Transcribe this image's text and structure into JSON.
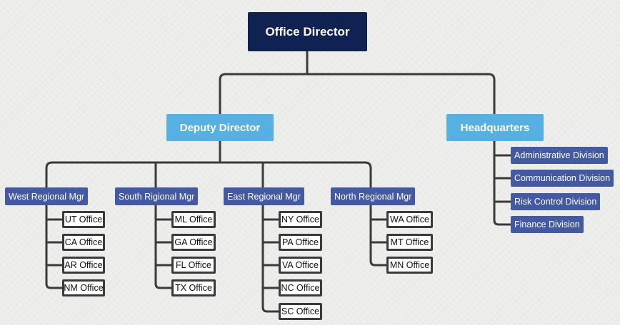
{
  "root": {
    "label": "Office Director"
  },
  "deputy": {
    "label": "Deputy Director"
  },
  "headquarters": {
    "label": "Headquarters",
    "divisions": [
      "Administrative Division",
      "Communication Division",
      "Risk Control Division",
      "Finance Division"
    ]
  },
  "regions": [
    {
      "label": "West Regional Mgr",
      "offices": [
        "UT Office",
        "CA Office",
        "AR Office",
        "NM Office"
      ]
    },
    {
      "label": "South Rigional Mgr",
      "offices": [
        "ML Office",
        "GA Office",
        "FL Office",
        "TX Office"
      ]
    },
    {
      "label": "East Regional Mgr",
      "offices": [
        "NY Office",
        "PA Office",
        "VA Office",
        "NC Office",
        "SC Office"
      ]
    },
    {
      "label": "North Regional Mgr",
      "offices": [
        "WA Office",
        "MT Office",
        "MN Office"
      ]
    }
  ],
  "colors": {
    "director": "#0f2252",
    "level2": "#56b0e2",
    "manager": "#4459a3",
    "line": "#3a3a3a"
  }
}
